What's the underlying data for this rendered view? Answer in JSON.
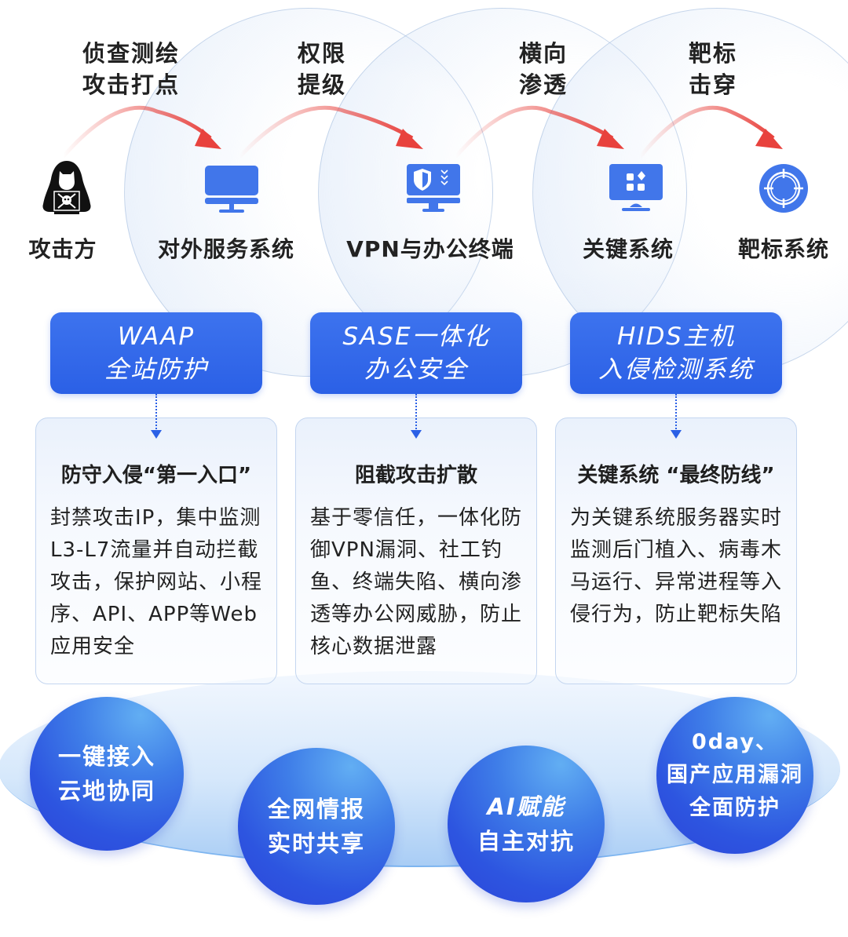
{
  "flow": {
    "steps": [
      {
        "label_line1": "侦查测绘",
        "label_line2": "攻击打点"
      },
      {
        "label_line1": "权限",
        "label_line2": "提级"
      },
      {
        "label_line1": "横向",
        "label_line2": "渗透"
      },
      {
        "label_line1": "靶标",
        "label_line2": "击穿"
      }
    ],
    "nodes": [
      {
        "label": "攻击方",
        "icon": "hacker-icon"
      },
      {
        "label": "对外服务系统",
        "icon": "monitor-icon"
      },
      {
        "label": "VPN与办公终端",
        "icon": "shield-monitor-icon"
      },
      {
        "label": "关键系统",
        "icon": "app-grid-monitor-icon"
      },
      {
        "label": "靶标系统",
        "icon": "target-icon"
      }
    ]
  },
  "products": [
    {
      "title_line1": "WAAP",
      "title_line2": "全站防护",
      "card_title": "防守入侵“第一入口”",
      "card_body": "封禁攻击IP，集中监测L3-L7流量并自动拦截攻击，保护网站、小程序、API、APP等Web应用安全"
    },
    {
      "title_line1": "SASE一体化",
      "title_line2": "办公安全",
      "card_title": "阻截攻击扩散",
      "card_body": "基于零信任，一体化防御VPN漏洞、社工钓鱼、终端失陷、横向渗透等办公网威胁，防止核心数据泄露"
    },
    {
      "title_line1": "HIDS主机",
      "title_line2": "入侵检测系统",
      "card_title": "关键系统 “最终防线”",
      "card_body": "为关键系统服务器实时监测后门植入、病毒木马运行、异常进程等入侵行为，防止靶标失陷"
    }
  ],
  "features": [
    {
      "line1": "一键接入",
      "line2": "云地协同"
    },
    {
      "line1": "全网情报",
      "line2": "实时共享"
    },
    {
      "line1": "AI赋能",
      "line2": "自主对抗"
    },
    {
      "line1": "0day、",
      "line2": "国产应用漏洞",
      "line3": "全面防护"
    }
  ],
  "colors": {
    "primary_blue": "#2b60e6",
    "icon_blue": "#4176ea",
    "arrow_red": "#e8423d",
    "text_dark": "#222222"
  }
}
